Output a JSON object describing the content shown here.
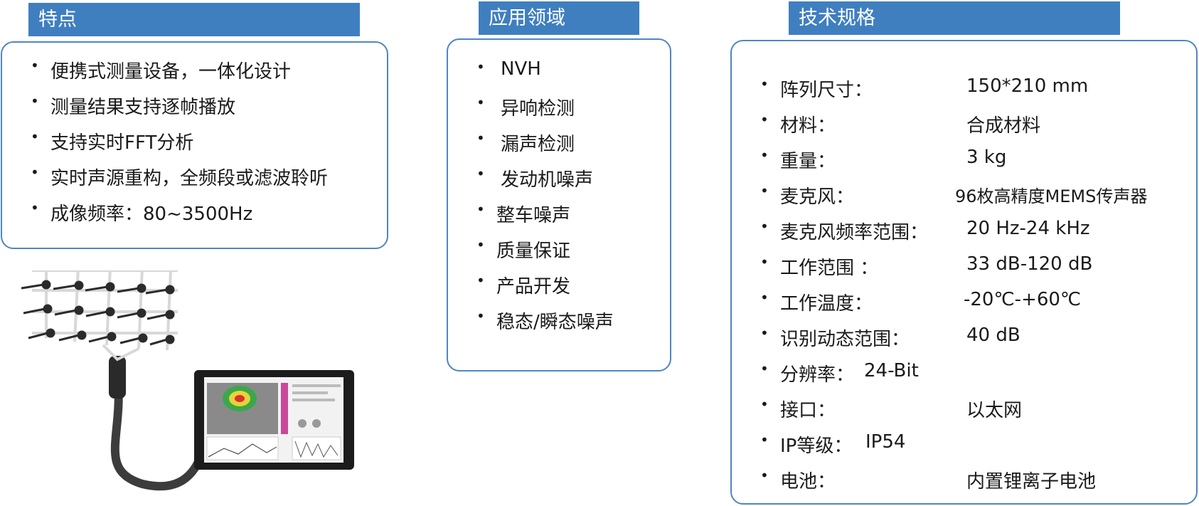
{
  "features": {
    "title": "特点",
    "items": [
      "便携式测量设备，一体化设计",
      "测量结果支持逐帧播放",
      "支持实时FFT分析",
      "实时声源重构，全频段或滤波聆听",
      "成像频率：80~3500Hz"
    ]
  },
  "applications": {
    "title": "应用领域",
    "items": [
      "NVH",
      "异响检测",
      "漏声检测",
      "发动机噪声",
      "整车噪声",
      "质量保证",
      "产品开发",
      "稳态/瞬态噪声"
    ]
  },
  "specs": {
    "title": "技术规格",
    "rows": [
      {
        "label": "阵列尺寸：",
        "value": "150*210 mm"
      },
      {
        "label": "材料：",
        "value": "合成材料"
      },
      {
        "label": "重量：",
        "value": "3 kg"
      },
      {
        "label": "麦克风：",
        "value": "96枚高精度MEMS传声器"
      },
      {
        "label": "麦克风频率范围：",
        "value": "20 Hz-24 kHz"
      },
      {
        "label": "工作范围 ：",
        "value": "33 dB-120 dB"
      },
      {
        "label": "工作温度：",
        "value": "-20℃-+60℃"
      },
      {
        "label": "识别动态范围：",
        "value": "40 dB"
      },
      {
        "label": "分辨率：",
        "value": "24-Bit"
      },
      {
        "label": "接口：",
        "value": "以太网"
      },
      {
        "label": "IP等级：",
        "value": "IP54"
      },
      {
        "label": "电池：",
        "value": "内置锂离子电池"
      }
    ]
  },
  "colors": {
    "header": "#3f7fc0",
    "border": "#4f86c2"
  }
}
